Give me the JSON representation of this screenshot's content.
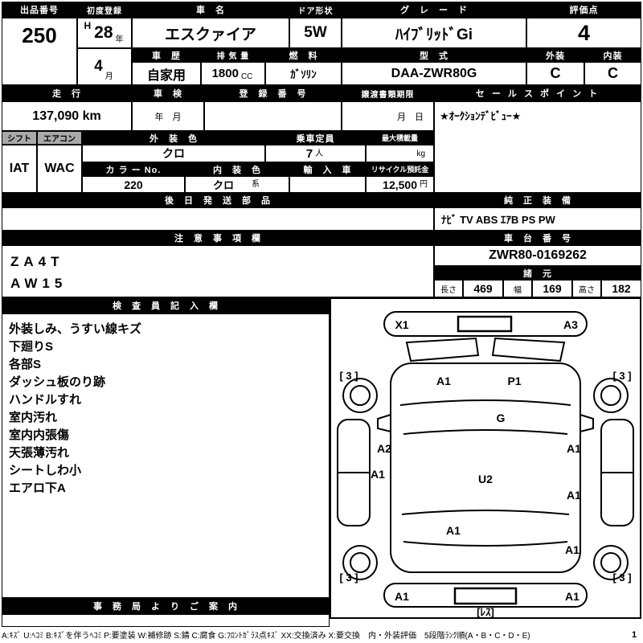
{
  "top": {
    "lot_label": "出品番号",
    "lot_value": "250",
    "firstreg_label": "初度登録",
    "firstreg_era": "H",
    "firstreg_year": "28",
    "firstreg_year_unit": "年",
    "firstreg_month": "4",
    "firstreg_month_unit": "月",
    "name_label": "車　名",
    "name_value": "エスクァイア",
    "door_label": "ドア形状",
    "door_value": "5W",
    "grade_label": "グ　レ　ー　ド",
    "grade_value": "ﾊｲﾌﾞﾘｯﾄﾞGi",
    "score_label": "評価点",
    "score_value": "4",
    "history_label": "車　歴",
    "history_value": "自家用",
    "disp_label": "排 気 量",
    "disp_value": "1800",
    "disp_unit": "CC",
    "fuel_label": "燃　料",
    "fuel_value": "ｶﾞｿﾘﾝ",
    "model_label": "型　式",
    "model_value": "DAA-ZWR80G",
    "ext_label": "外装",
    "ext_value": "C",
    "int_label": "内装",
    "int_value": "C"
  },
  "mid": {
    "mileage_label": "走　行",
    "mileage_value": "137,090 km",
    "shaken_label": "車　検",
    "shaken_value": "年　月",
    "regno_label": "登　録　番　号",
    "transfer_label": "譲渡書類期限",
    "transfer_value": "月　日",
    "sales_label": "セ ー ル ス ポ イ ン ト",
    "sales_value": "★ｵｰｸｼｮﾝﾃﾞﾋﾞｭｰ★",
    "shift_label": "シフト",
    "shift_value": "IAT",
    "ac_label": "エアコン",
    "ac_value": "WAC",
    "extcolor_label": "外　装　色",
    "extcolor_value": "クロ",
    "capacity_label": "乗車定員",
    "capacity_value": "7",
    "capacity_unit": "人",
    "load_label": "最大積載量",
    "load_unit": "kg",
    "colorno_label": "カ ラ ー No.",
    "colorno_value": "220",
    "intcolor_label": "内　装　色",
    "intcolor_value": "クロ",
    "intcolor_unit": "系",
    "import_label": "輸　入　車",
    "recycle_label": "リサイクル預託金",
    "recycle_value": "12,500",
    "recycle_unit": "円",
    "later_label": "後　日　発　送　部　品",
    "equip_label": "純　正　装　備",
    "equip_value": "ﾅﾋﾞ TV ABS ｴｱB PS PW"
  },
  "notes": {
    "header": "注　意　事　項　欄",
    "line1": "ZA4T",
    "line2": "AW15",
    "chassis_label": "車　台　番　号",
    "chassis_value": "ZWR80-0169262",
    "spec_label": "諸　元",
    "len_label": "長さ",
    "len_value": "469",
    "wid_label": "幅",
    "wid_value": "169",
    "hgt_label": "高さ",
    "hgt_value": "182"
  },
  "inspector": {
    "header": "検　査　員　記　入　欄",
    "lines": [
      "外装しみ、うすい線キズ",
      "下廻りS",
      "各部S",
      "ダッシュ板のり跡",
      "ハンドルすれ",
      "室内汚れ",
      "室内内張傷",
      "天張薄汚れ",
      "シートしわ小",
      "エアロ下A"
    ]
  },
  "office": {
    "header": "事　務　局　よ　り　ご　案　内"
  },
  "diagram": {
    "x1": "X1",
    "a3": "A3",
    "corner_tl": "[ 3 ]",
    "corner_tr": "[ 3 ]",
    "corner_bl": "[ 3 ]",
    "corner_br": "[ 3 ]",
    "hood_left": "A1",
    "hood_right": "P1",
    "windshield": "G",
    "left_front_door": "A2",
    "left_rear_door": "A1",
    "roof_center": "U2",
    "right_front_door": "A1",
    "right_rear_door": "A1",
    "rear_panel": "A1",
    "right_quarter": "A1",
    "rear_bumper_left": "A1",
    "rear_bumper_right": "A1",
    "plate": "[ﾚｽ]"
  },
  "footer": {
    "legend": "A:ｷｽﾞ U:ﾍｺﾐ B:ｷｽﾞを伴うﾍｺﾐ P:要塗装 W:補修跡 S:錆 C:腐食 G:ﾌﾛﾝﾄｶﾞﾗｽ点ｷｽﾞ XX:交換済み X:要交換　内・外装評価　5段階ﾗﾝｸ順(A・B・C・D・E)",
    "page": "1"
  },
  "colors": {
    "ink": "#000000",
    "paper": "#ffffff",
    "gray_header": "#a9a9a9"
  }
}
